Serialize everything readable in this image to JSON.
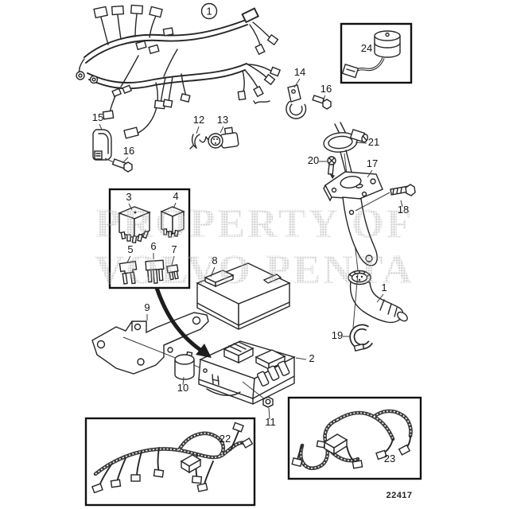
{
  "figure": {
    "drawing_number": "22417",
    "watermark_line1": "PROPERTY OF",
    "watermark_line2": "VOLVO PENTA",
    "line_color": "#262626",
    "watermark_color": "#a8a8a8",
    "background_color": "#ffffff"
  },
  "callouts": {
    "c1_circled": "1",
    "c1_connector": "1",
    "c2": "2",
    "c3": "3",
    "c4": "4",
    "c5": "5",
    "c6": "6",
    "c7": "7",
    "c8": "8",
    "c9": "9",
    "c10": "10",
    "c11": "11",
    "c12": "12",
    "c13": "13",
    "c14": "14",
    "c15": "15",
    "c16_a": "16",
    "c16_b": "16",
    "c17": "17",
    "c18": "18",
    "c19": "19",
    "c20": "20",
    "c21": "21",
    "c22": "22",
    "c23": "23",
    "c24": "24"
  }
}
